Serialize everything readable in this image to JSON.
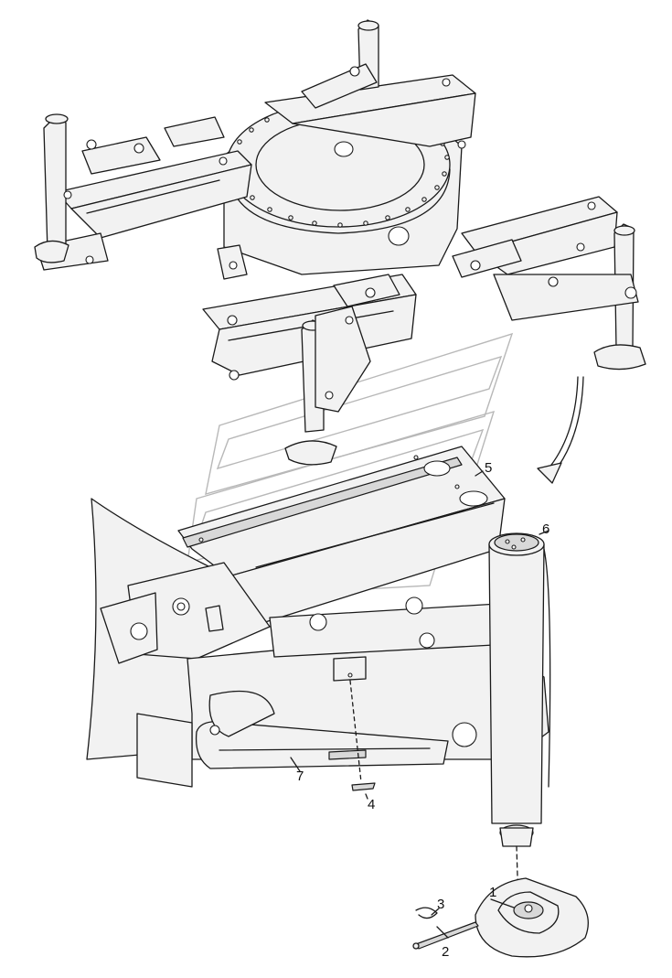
{
  "callouts": [
    {
      "label": "1"
    },
    {
      "label": "2"
    },
    {
      "label": "3"
    },
    {
      "label": "4"
    },
    {
      "label": "5"
    },
    {
      "label": "6"
    },
    {
      "label": "7"
    }
  ],
  "colors": {
    "line": "#1a1a1a",
    "fill": "#f2f2f2",
    "watermark": "#b8b8b8"
  }
}
